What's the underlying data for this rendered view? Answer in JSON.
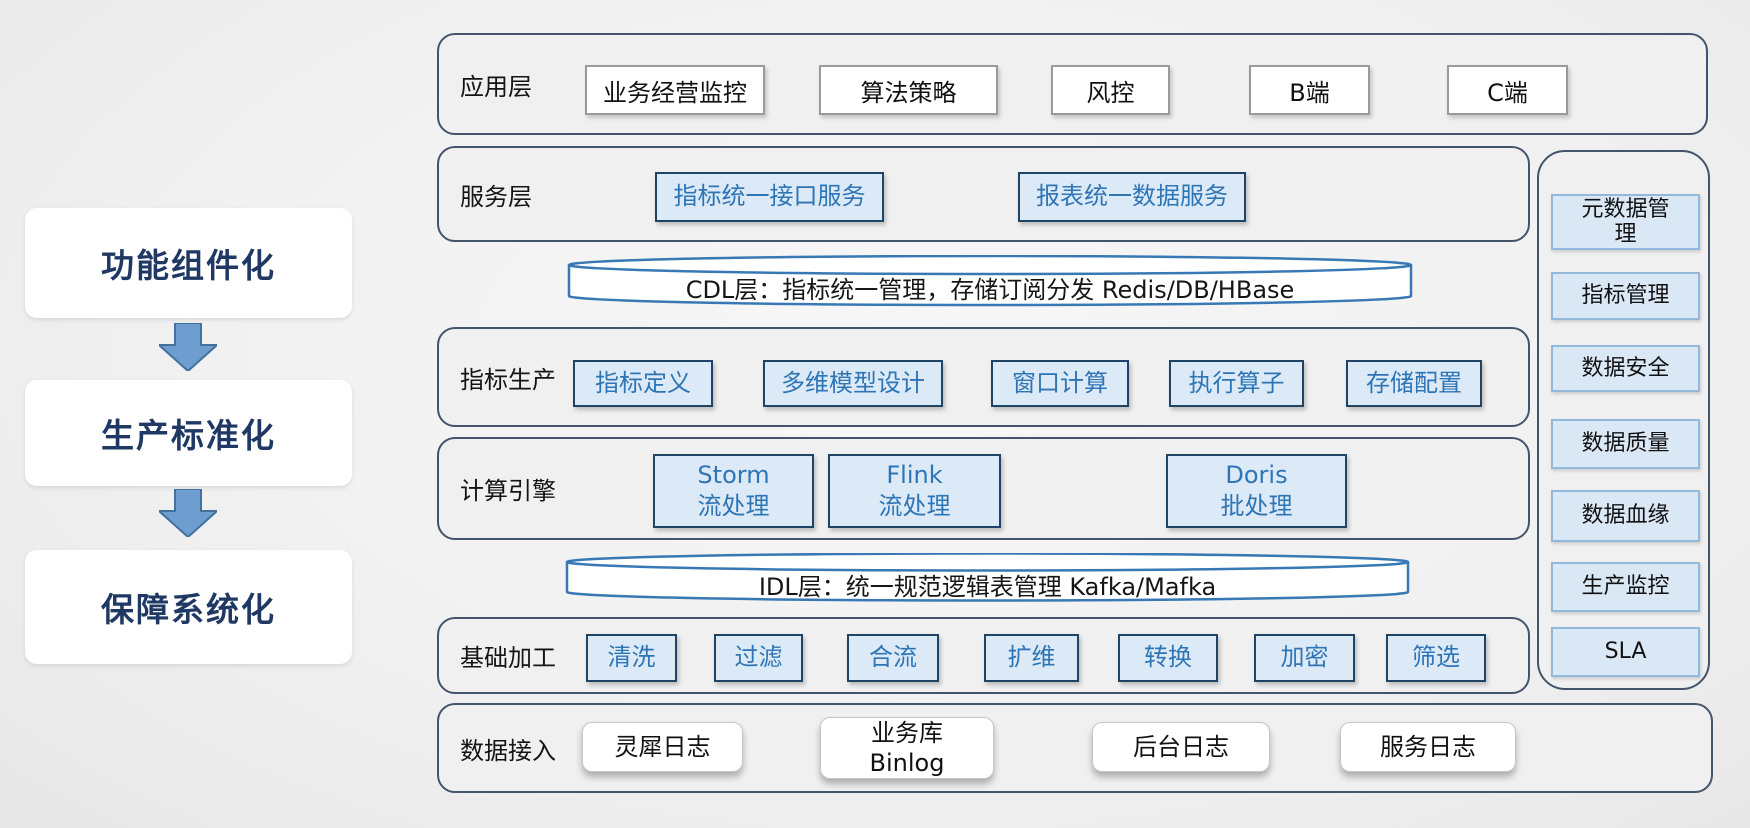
{
  "left_flow": {
    "steps": [
      "功能组件化",
      "生产标准化",
      "保障系统化"
    ]
  },
  "layers": {
    "app": {
      "label": "应用层",
      "items": [
        "业务经营监控",
        "算法策略",
        "风控",
        "B端",
        "C端"
      ]
    },
    "service": {
      "label": "服务层",
      "items": [
        "指标统一接口服务",
        "报表统一数据服务"
      ]
    },
    "cdl": {
      "label": "CDL层：指标统一管理，存储订阅分发 Redis/DB/HBase"
    },
    "metric_production": {
      "label": "指标生产",
      "items": [
        "指标定义",
        "多维模型设计",
        "窗口计算",
        "执行算子",
        "存储配置"
      ]
    },
    "compute_engine": {
      "label": "计算引擎",
      "items": [
        "Storm\n流处理",
        "Flink\n流处理",
        "Doris\n批处理"
      ]
    },
    "idl": {
      "label": "IDL层：统一规范逻辑表管理 Kafka/Mafka"
    },
    "basic_processing": {
      "label": "基础加工",
      "items": [
        "清洗",
        "过滤",
        "合流",
        "扩维",
        "转换",
        "加密",
        "筛选"
      ]
    },
    "data_ingestion": {
      "label": "数据接入",
      "items": [
        "灵犀日志",
        "业务库\nBinlog",
        "后台日志",
        "服务日志"
      ]
    }
  },
  "governance_sidebar": {
    "items": [
      "元数据管理",
      "指标管理",
      "数据安全",
      "数据质量",
      "数据血缘",
      "生产监控",
      "SLA"
    ]
  },
  "colors": {
    "panel_border": "#44546A",
    "blue_text": "#2E75B6",
    "blue_box_fill": "#DCE9F6",
    "blue_box_border": "#1F4466",
    "sidebar_box_fill": "#DAE8F6",
    "sidebar_box_border": "#92B9DC",
    "cylinder_stroke": "#3878B4",
    "arrow_fill": "#6E9ECF",
    "arrow_border": "#41719C",
    "flow_text": "#1F3864"
  }
}
